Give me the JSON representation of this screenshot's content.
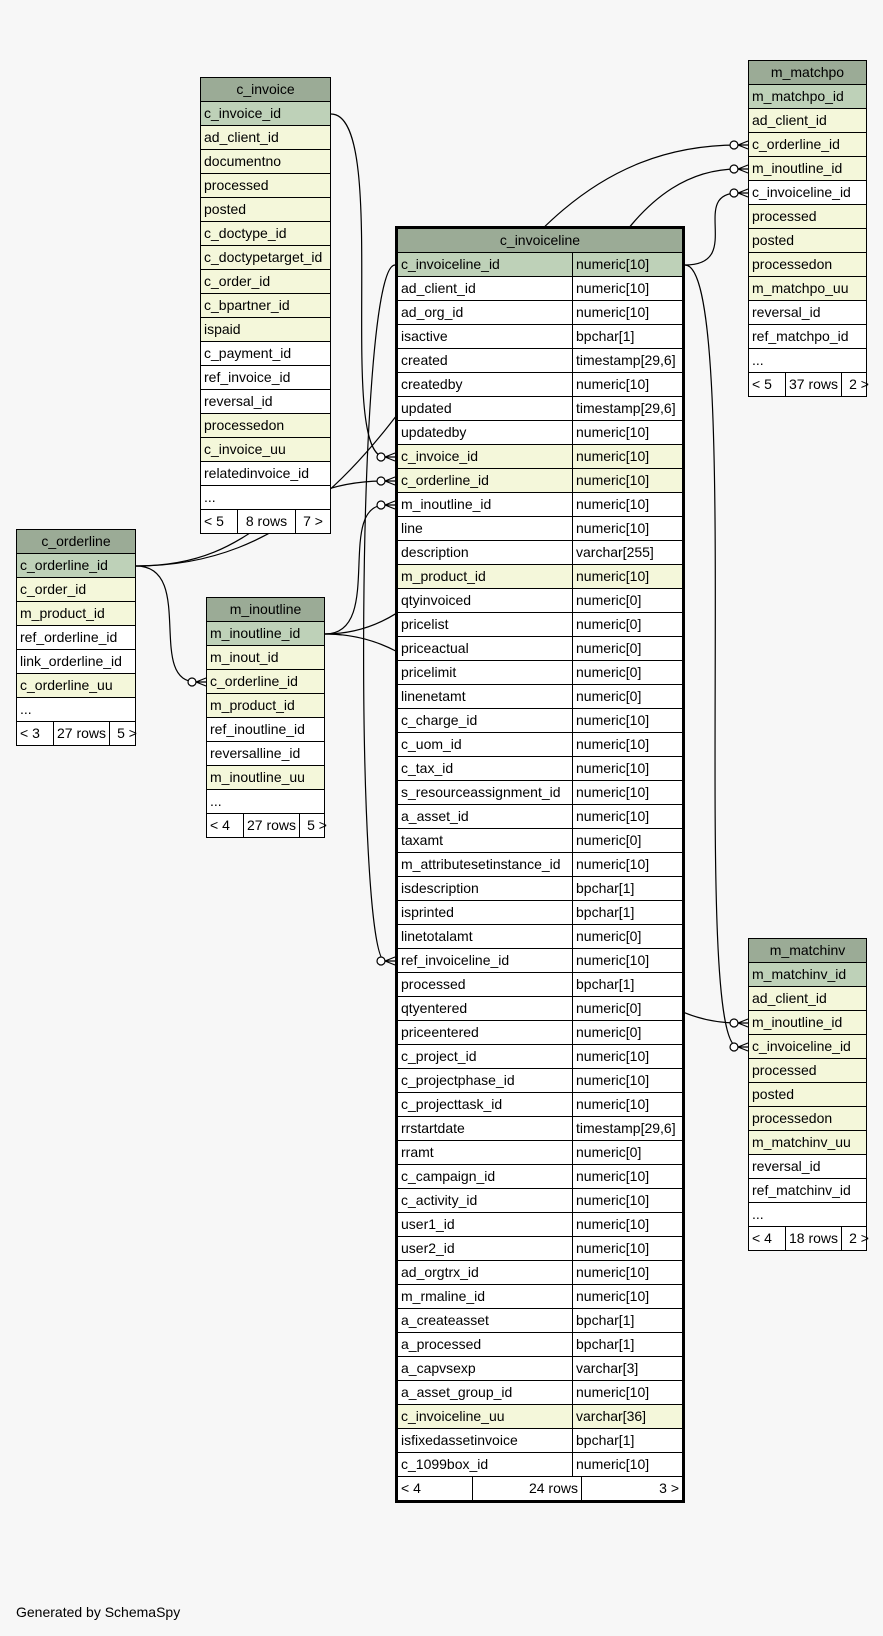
{
  "footer_text": "Generated by SchemaSpy",
  "tables": {
    "c_invoiceline": {
      "name": "c_invoiceline",
      "columns": [
        {
          "name": "c_invoiceline_id",
          "type": "numeric[10]",
          "kind": "pk"
        },
        {
          "name": "ad_client_id",
          "type": "numeric[10]",
          "kind": "plain"
        },
        {
          "name": "ad_org_id",
          "type": "numeric[10]",
          "kind": "plain"
        },
        {
          "name": "isactive",
          "type": "bpchar[1]",
          "kind": "plain"
        },
        {
          "name": "created",
          "type": "timestamp[29,6]",
          "kind": "plain"
        },
        {
          "name": "createdby",
          "type": "numeric[10]",
          "kind": "plain"
        },
        {
          "name": "updated",
          "type": "timestamp[29,6]",
          "kind": "plain"
        },
        {
          "name": "updatedby",
          "type": "numeric[10]",
          "kind": "plain"
        },
        {
          "name": "c_invoice_id",
          "type": "numeric[10]",
          "kind": "idx"
        },
        {
          "name": "c_orderline_id",
          "type": "numeric[10]",
          "kind": "idx"
        },
        {
          "name": "m_inoutline_id",
          "type": "numeric[10]",
          "kind": "plain"
        },
        {
          "name": "line",
          "type": "numeric[10]",
          "kind": "plain"
        },
        {
          "name": "description",
          "type": "varchar[255]",
          "kind": "plain"
        },
        {
          "name": "m_product_id",
          "type": "numeric[10]",
          "kind": "idx"
        },
        {
          "name": "qtyinvoiced",
          "type": "numeric[0]",
          "kind": "plain"
        },
        {
          "name": "pricelist",
          "type": "numeric[0]",
          "kind": "plain"
        },
        {
          "name": "priceactual",
          "type": "numeric[0]",
          "kind": "plain"
        },
        {
          "name": "pricelimit",
          "type": "numeric[0]",
          "kind": "plain"
        },
        {
          "name": "linenetamt",
          "type": "numeric[0]",
          "kind": "plain"
        },
        {
          "name": "c_charge_id",
          "type": "numeric[10]",
          "kind": "plain"
        },
        {
          "name": "c_uom_id",
          "type": "numeric[10]",
          "kind": "plain"
        },
        {
          "name": "c_tax_id",
          "type": "numeric[10]",
          "kind": "plain"
        },
        {
          "name": "s_resourceassignment_id",
          "type": "numeric[10]",
          "kind": "plain"
        },
        {
          "name": "a_asset_id",
          "type": "numeric[10]",
          "kind": "plain"
        },
        {
          "name": "taxamt",
          "type": "numeric[0]",
          "kind": "plain"
        },
        {
          "name": "m_attributesetinstance_id",
          "type": "numeric[10]",
          "kind": "plain"
        },
        {
          "name": "isdescription",
          "type": "bpchar[1]",
          "kind": "plain"
        },
        {
          "name": "isprinted",
          "type": "bpchar[1]",
          "kind": "plain"
        },
        {
          "name": "linetotalamt",
          "type": "numeric[0]",
          "kind": "plain"
        },
        {
          "name": "ref_invoiceline_id",
          "type": "numeric[10]",
          "kind": "plain"
        },
        {
          "name": "processed",
          "type": "bpchar[1]",
          "kind": "plain"
        },
        {
          "name": "qtyentered",
          "type": "numeric[0]",
          "kind": "plain"
        },
        {
          "name": "priceentered",
          "type": "numeric[0]",
          "kind": "plain"
        },
        {
          "name": "c_project_id",
          "type": "numeric[10]",
          "kind": "plain"
        },
        {
          "name": "c_projectphase_id",
          "type": "numeric[10]",
          "kind": "plain"
        },
        {
          "name": "c_projecttask_id",
          "type": "numeric[10]",
          "kind": "plain"
        },
        {
          "name": "rrstartdate",
          "type": "timestamp[29,6]",
          "kind": "plain"
        },
        {
          "name": "rramt",
          "type": "numeric[0]",
          "kind": "plain"
        },
        {
          "name": "c_campaign_id",
          "type": "numeric[10]",
          "kind": "plain"
        },
        {
          "name": "c_activity_id",
          "type": "numeric[10]",
          "kind": "plain"
        },
        {
          "name": "user1_id",
          "type": "numeric[10]",
          "kind": "plain"
        },
        {
          "name": "user2_id",
          "type": "numeric[10]",
          "kind": "plain"
        },
        {
          "name": "ad_orgtrx_id",
          "type": "numeric[10]",
          "kind": "plain"
        },
        {
          "name": "m_rmaline_id",
          "type": "numeric[10]",
          "kind": "plain"
        },
        {
          "name": "a_createasset",
          "type": "bpchar[1]",
          "kind": "plain"
        },
        {
          "name": "a_processed",
          "type": "bpchar[1]",
          "kind": "plain"
        },
        {
          "name": "a_capvsexp",
          "type": "varchar[3]",
          "kind": "plain"
        },
        {
          "name": "a_asset_group_id",
          "type": "numeric[10]",
          "kind": "plain"
        },
        {
          "name": "c_invoiceline_uu",
          "type": "varchar[36]",
          "kind": "idx"
        },
        {
          "name": "isfixedassetinvoice",
          "type": "bpchar[1]",
          "kind": "plain"
        },
        {
          "name": "c_1099box_id",
          "type": "numeric[10]",
          "kind": "plain"
        }
      ],
      "footer": {
        "parents": "< 4",
        "rows": "24 rows",
        "children": "3 >"
      }
    },
    "c_invoice": {
      "name": "c_invoice",
      "columns": [
        {
          "name": "c_invoice_id",
          "kind": "pk"
        },
        {
          "name": "ad_client_id",
          "kind": "idx"
        },
        {
          "name": "documentno",
          "kind": "idx"
        },
        {
          "name": "processed",
          "kind": "idx"
        },
        {
          "name": "posted",
          "kind": "idx"
        },
        {
          "name": "c_doctype_id",
          "kind": "idx"
        },
        {
          "name": "c_doctypetarget_id",
          "kind": "idx"
        },
        {
          "name": "c_order_id",
          "kind": "idx"
        },
        {
          "name": "c_bpartner_id",
          "kind": "idx"
        },
        {
          "name": "ispaid",
          "kind": "idx"
        },
        {
          "name": "c_payment_id",
          "kind": "plain"
        },
        {
          "name": "ref_invoice_id",
          "kind": "plain"
        },
        {
          "name": "reversal_id",
          "kind": "plain"
        },
        {
          "name": "processedon",
          "kind": "idx"
        },
        {
          "name": "c_invoice_uu",
          "kind": "idx"
        },
        {
          "name": "relatedinvoice_id",
          "kind": "plain"
        },
        {
          "name": "...",
          "kind": "plain"
        }
      ],
      "footer": {
        "parents": "< 5",
        "rows": "8 rows",
        "children": "7 >"
      }
    },
    "c_orderline": {
      "name": "c_orderline",
      "columns": [
        {
          "name": "c_orderline_id",
          "kind": "pk"
        },
        {
          "name": "c_order_id",
          "kind": "idx"
        },
        {
          "name": "m_product_id",
          "kind": "idx"
        },
        {
          "name": "ref_orderline_id",
          "kind": "plain"
        },
        {
          "name": "link_orderline_id",
          "kind": "plain"
        },
        {
          "name": "c_orderline_uu",
          "kind": "idx"
        },
        {
          "name": "...",
          "kind": "plain"
        }
      ],
      "footer": {
        "parents": "< 3",
        "rows": "27 rows",
        "children": "5 >"
      }
    },
    "m_inoutline": {
      "name": "m_inoutline",
      "columns": [
        {
          "name": "m_inoutline_id",
          "kind": "pk"
        },
        {
          "name": "m_inout_id",
          "kind": "idx"
        },
        {
          "name": "c_orderline_id",
          "kind": "idx"
        },
        {
          "name": "m_product_id",
          "kind": "idx"
        },
        {
          "name": "ref_inoutline_id",
          "kind": "plain"
        },
        {
          "name": "reversalline_id",
          "kind": "plain"
        },
        {
          "name": "m_inoutline_uu",
          "kind": "idx"
        },
        {
          "name": "...",
          "kind": "plain"
        }
      ],
      "footer": {
        "parents": "< 4",
        "rows": "27 rows",
        "children": "5 >"
      }
    },
    "m_matchpo": {
      "name": "m_matchpo",
      "columns": [
        {
          "name": "m_matchpo_id",
          "kind": "pk"
        },
        {
          "name": "ad_client_id",
          "kind": "idx"
        },
        {
          "name": "c_orderline_id",
          "kind": "idx"
        },
        {
          "name": "m_inoutline_id",
          "kind": "idx"
        },
        {
          "name": "c_invoiceline_id",
          "kind": "plain"
        },
        {
          "name": "processed",
          "kind": "idx"
        },
        {
          "name": "posted",
          "kind": "idx"
        },
        {
          "name": "processedon",
          "kind": "idx"
        },
        {
          "name": "m_matchpo_uu",
          "kind": "idx"
        },
        {
          "name": "reversal_id",
          "kind": "plain"
        },
        {
          "name": "ref_matchpo_id",
          "kind": "plain"
        },
        {
          "name": "...",
          "kind": "plain"
        }
      ],
      "footer": {
        "parents": "< 5",
        "rows": "37 rows",
        "children": "2 >"
      }
    },
    "m_matchinv": {
      "name": "m_matchinv",
      "columns": [
        {
          "name": "m_matchinv_id",
          "kind": "pk"
        },
        {
          "name": "ad_client_id",
          "kind": "idx"
        },
        {
          "name": "m_inoutline_id",
          "kind": "idx"
        },
        {
          "name": "c_invoiceline_id",
          "kind": "idx"
        },
        {
          "name": "processed",
          "kind": "idx"
        },
        {
          "name": "posted",
          "kind": "idx"
        },
        {
          "name": "processedon",
          "kind": "idx"
        },
        {
          "name": "m_matchinv_uu",
          "kind": "idx"
        },
        {
          "name": "reversal_id",
          "kind": "plain"
        },
        {
          "name": "ref_matchinv_id",
          "kind": "plain"
        },
        {
          "name": "...",
          "kind": "plain"
        }
      ],
      "footer": {
        "parents": "< 4",
        "rows": "18 rows",
        "children": "2 >"
      }
    }
  },
  "relationships": [
    {
      "from": "c_invoiceline.c_invoice_id",
      "to": "c_invoice.c_invoice_id"
    },
    {
      "from": "c_invoiceline.c_orderline_id",
      "to": "c_orderline.c_orderline_id"
    },
    {
      "from": "c_invoiceline.m_inoutline_id",
      "to": "m_inoutline.m_inoutline_id"
    },
    {
      "from": "c_invoiceline.ref_invoiceline_id",
      "to": "c_invoiceline.c_invoiceline_id"
    },
    {
      "from": "m_inoutline.c_orderline_id",
      "to": "c_orderline.c_orderline_id"
    },
    {
      "from": "m_matchpo.c_orderline_id",
      "to": "c_orderline.c_orderline_id"
    },
    {
      "from": "m_matchpo.m_inoutline_id",
      "to": "m_inoutline.m_inoutline_id"
    },
    {
      "from": "m_matchpo.c_invoiceline_id",
      "to": "c_invoiceline.c_invoiceline_id"
    },
    {
      "from": "m_matchinv.m_inoutline_id",
      "to": "m_inoutline.m_inoutline_id"
    },
    {
      "from": "m_matchinv.c_invoiceline_id",
      "to": "c_invoiceline.c_invoiceline_id"
    }
  ]
}
